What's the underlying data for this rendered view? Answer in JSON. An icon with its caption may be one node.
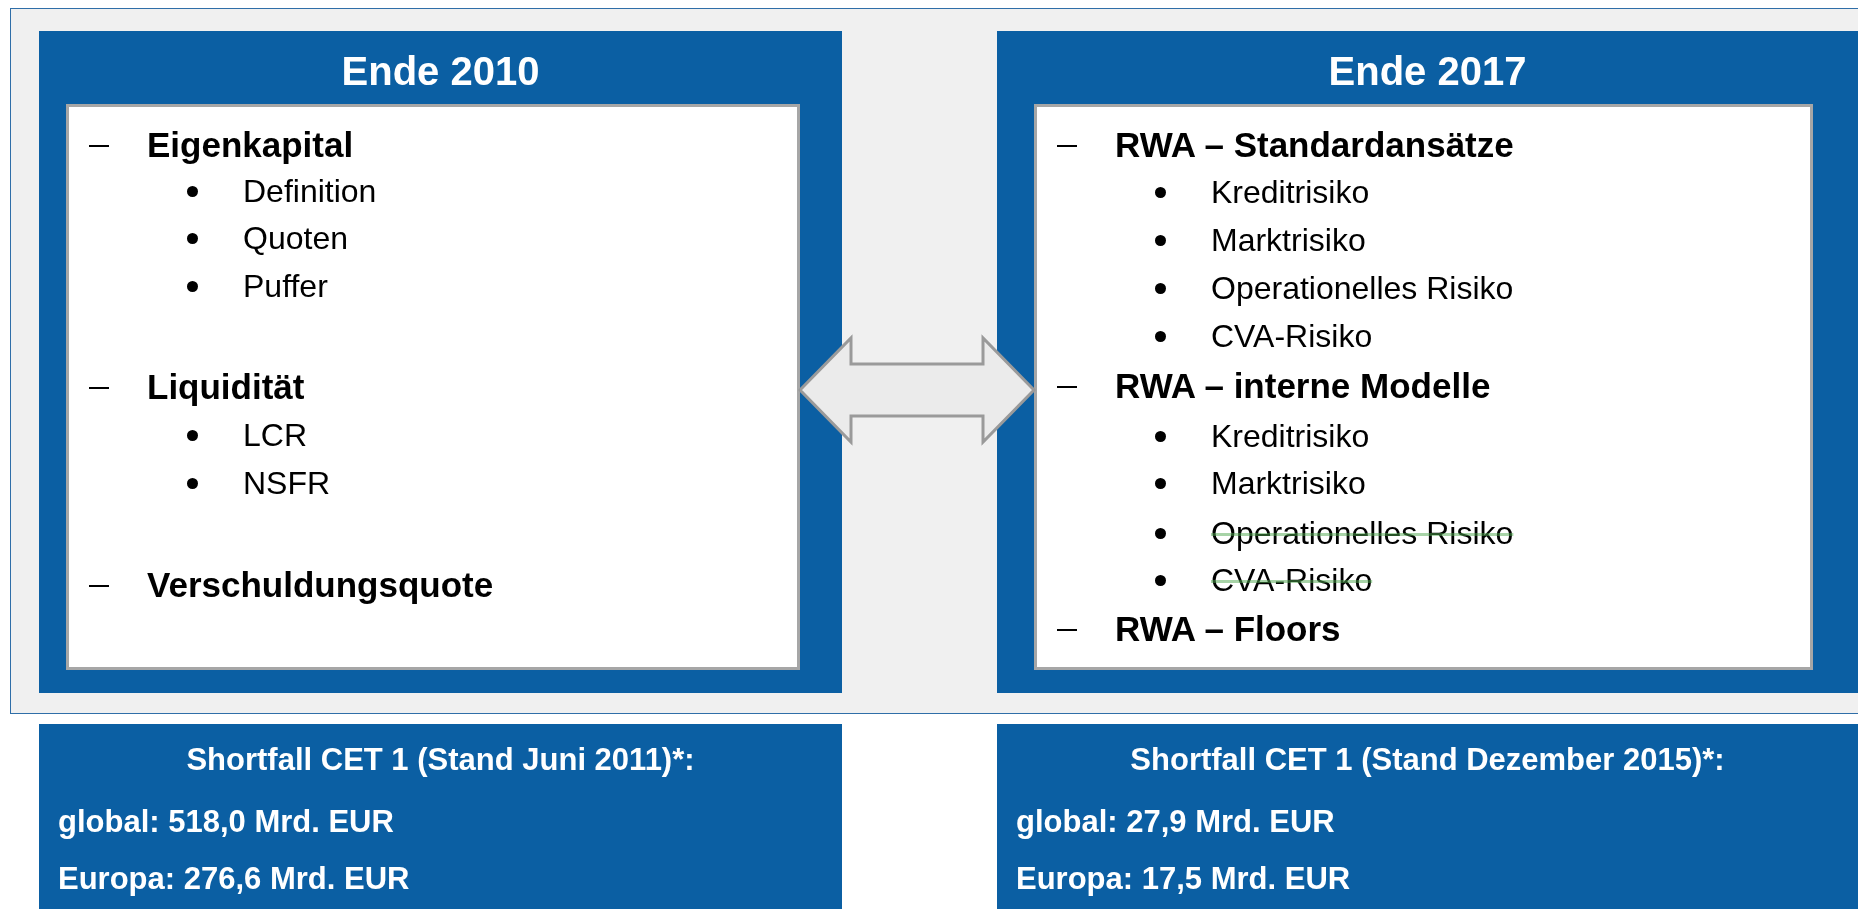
{
  "diagram": {
    "nodes": [
      {
        "text": [
          "Ende 2010"
        ]
      },
      {
        "text": [
          "Eigenkapital",
          "Definition",
          "Quoten",
          "Puffer",
          "Liquidität",
          "LCR",
          "NSFR",
          "Verschuldungsquote"
        ],
        "in": 0
      },
      {
        "text": [
          "Ende 2017"
        ]
      },
      {
        "text": [
          "RWA – Standardansätze",
          "Kreditrisiko",
          "Marktrisiko",
          "Operationelles Risiko",
          "CVA-Risiko",
          "RWA – interne Modelle",
          "Kreditrisiko",
          "Marktrisiko",
          "Operationelles Risiko",
          "CVA-Risiko",
          "RWA – Floors"
        ],
        "in": 2
      },
      {
        "text": [
          "Shortfall CET 1 (Stand Juni 2011)*:",
          "global: 518,0 Mrd. EUR",
          "Europa: 276,6 Mrd. EUR"
        ]
      },
      {
        "text": [
          "Shortfall CET 1 (Stand Dezember 2015)*:",
          "global: 27,9 Mrd. EUR",
          "Europa: 17,5 Mrd. EUR"
        ]
      }
    ],
    "edges": [
      {
        "from": 1,
        "to": 3,
        "arrow": "both"
      }
    ]
  }
}
